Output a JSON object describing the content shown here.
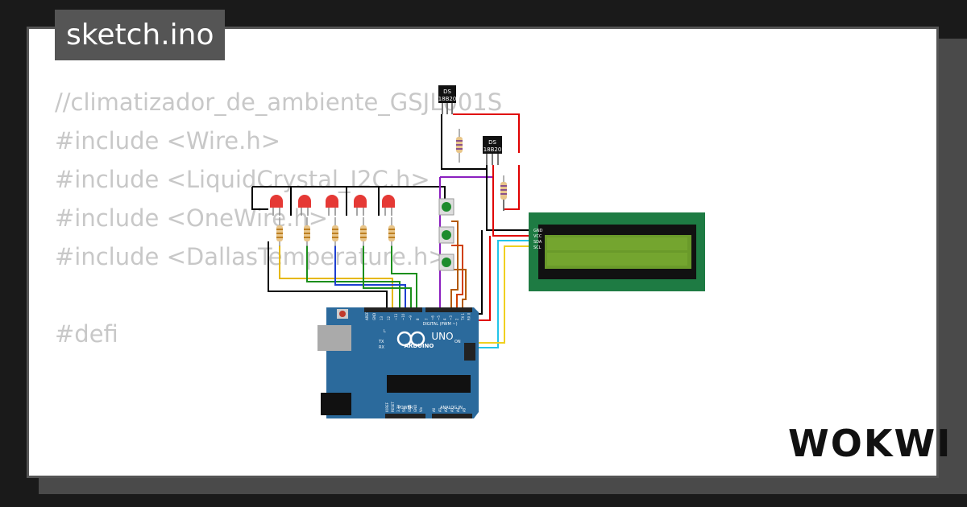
{
  "sketch": {
    "filename": "sketch.ino",
    "code_lines": [
      "//climatizador_de_ambiente_GSJL001S",
      "#include <Wire.h>",
      "#include <LiquidCrystal_I2C.h>",
      "#include <OneWire.h>",
      "#include <DallasTemperature.h>",
      "",
      "#defi"
    ]
  },
  "sensors": [
    {
      "label_line1": "DS",
      "label_line2": "18B20"
    },
    {
      "label_line1": "DS",
      "label_line2": "18B20"
    }
  ],
  "arduino": {
    "model": "UNO",
    "brand": "ARDUINO",
    "digital_header": "DIGITAL (PWM ~)",
    "power_header": "POWER",
    "analog_header": "ANALOG IN",
    "left_pins": [
      "AREF",
      "GND",
      "13",
      "12",
      "~11",
      "~10",
      "~9",
      "8"
    ],
    "right_pins": [
      "7",
      "~6",
      "~5",
      "4",
      "~3",
      "2",
      "TX 1",
      "RX 0"
    ],
    "power_pins": [
      "IOREF",
      "RESET",
      "3.3V",
      "5V",
      "GND",
      "GND",
      "Vin"
    ],
    "analog_pins": [
      "A0",
      "A1",
      "A2",
      "A3",
      "A4",
      "A5"
    ],
    "led_labels": [
      "L",
      "TX",
      "RX"
    ],
    "icsp_label": "ON"
  },
  "lcd": {
    "pin_labels": [
      "GND",
      "VCC",
      "SDA",
      "SCL"
    ]
  },
  "branding": {
    "logo": "WOKWI"
  },
  "colors": {
    "board": "#2b6a9c",
    "lcd_pcb": "#1e7b43",
    "lcd_screen": "#6a9a2a",
    "led": "#e53935",
    "button": "#1e8c2e"
  }
}
